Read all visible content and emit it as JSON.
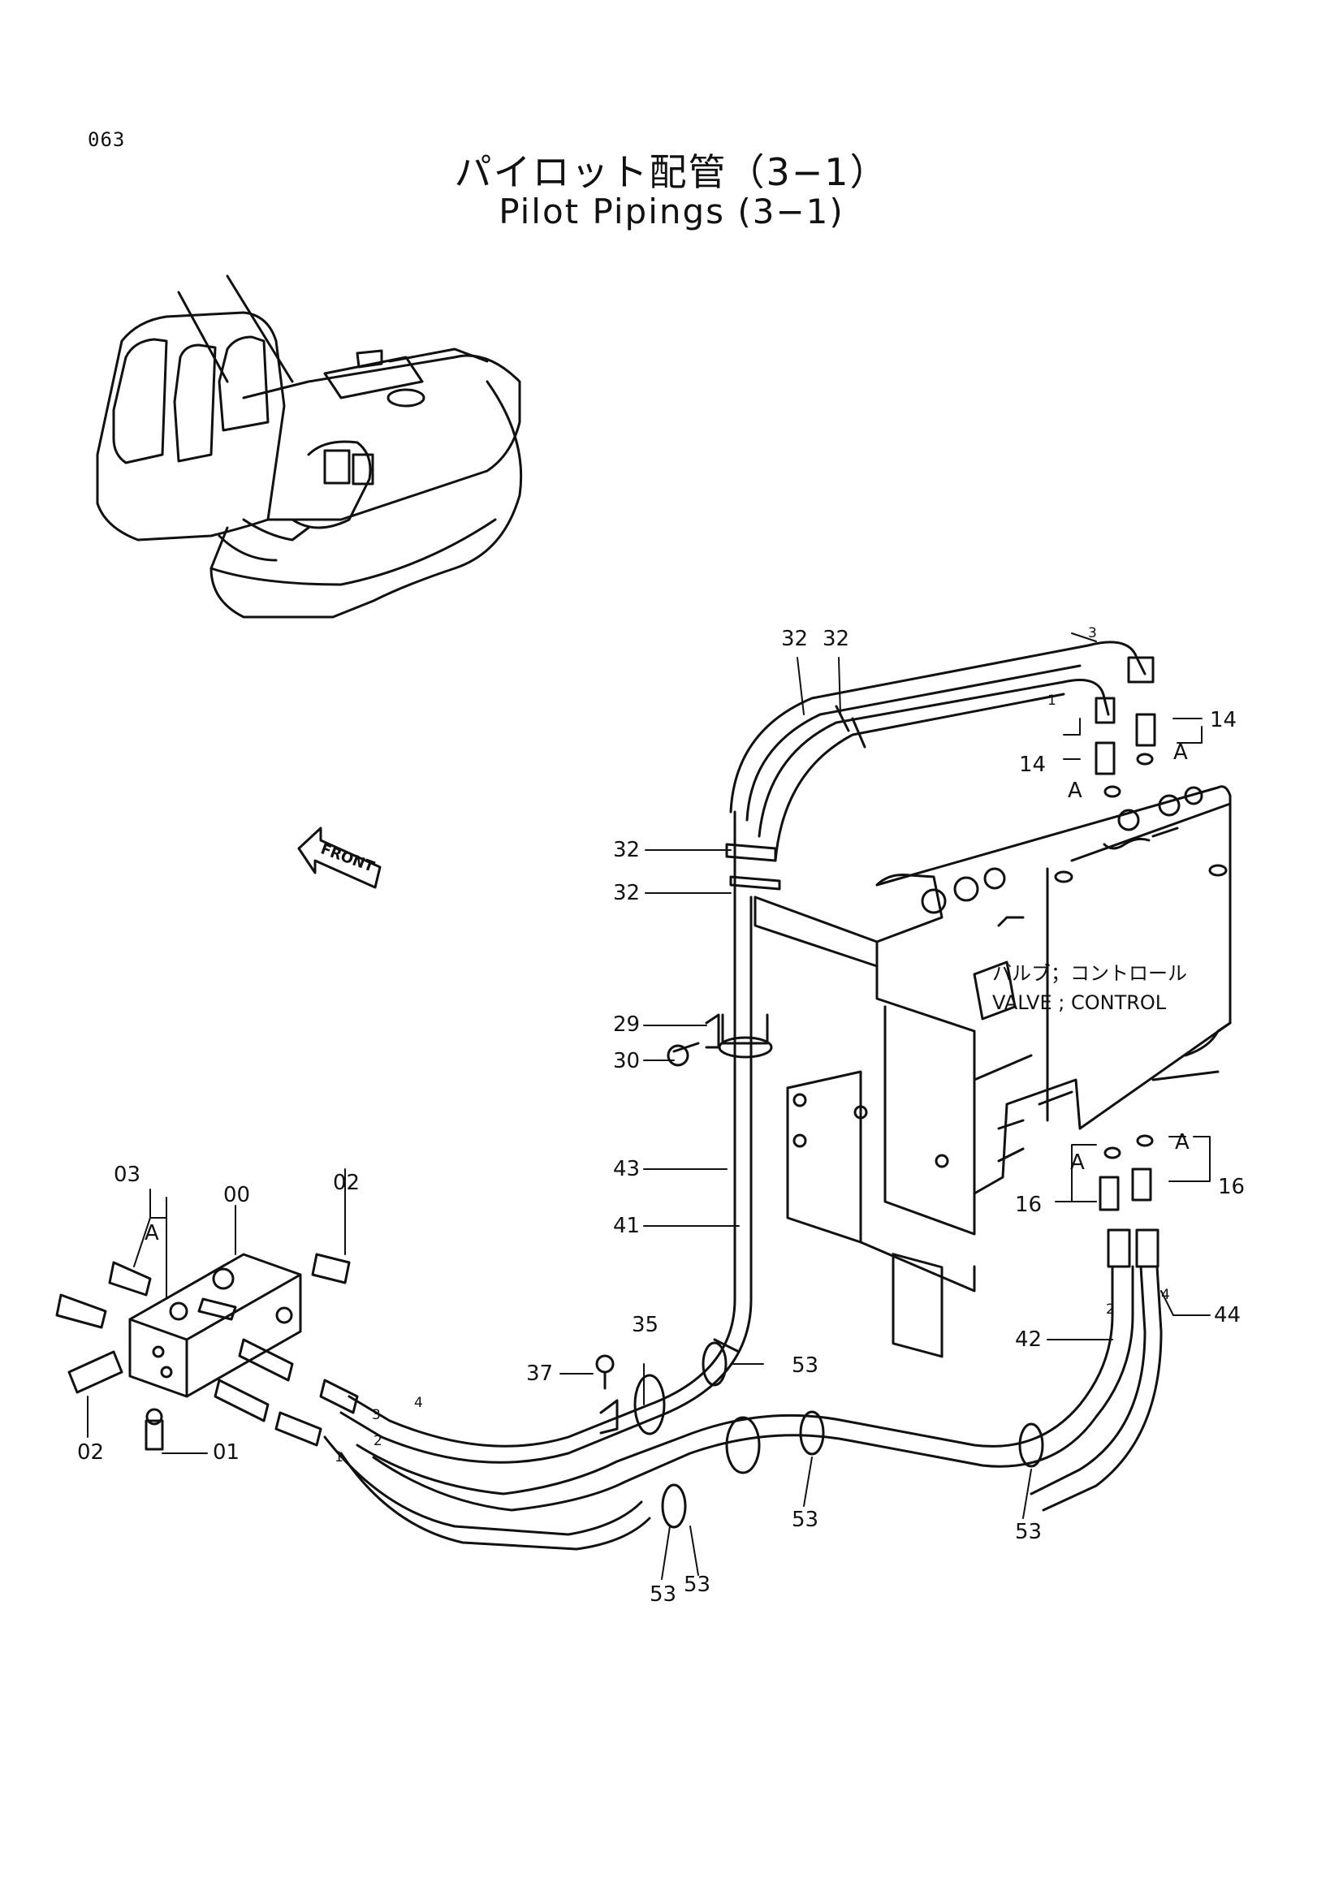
{
  "page_number": "063",
  "title_jp": "パイロット配管（3−1）",
  "title_en": "Pilot Pipings (3−1)",
  "front_marker": "FRONT",
  "valve_label_jp": "バルブ；コントロール",
  "valve_label_en": "VALVE ; CONTROL",
  "detail_mark": "A",
  "callouts": {
    "c00": "00",
    "c01": "01",
    "c02a": "02",
    "c02b": "02",
    "c03": "03",
    "c14a": "14",
    "c14b": "14",
    "c16a": "16",
    "c16b": "16",
    "c29": "29",
    "c30": "30",
    "c32a": "32",
    "c32b": "32",
    "c32c": "32",
    "c32d": "32",
    "c35": "35",
    "c37": "37",
    "c41": "41",
    "c42": "42",
    "c43": "43",
    "c44": "44",
    "c53a": "53",
    "c53b": "53",
    "c53c": "53",
    "c53d": "53",
    "c53e": "53"
  },
  "hose_numbers": {
    "h1a": "1",
    "h2a": "2",
    "h3a": "3",
    "h4a": "4",
    "h1b": "1",
    "h3b": "3",
    "h2b": "2",
    "h4b": "4"
  }
}
